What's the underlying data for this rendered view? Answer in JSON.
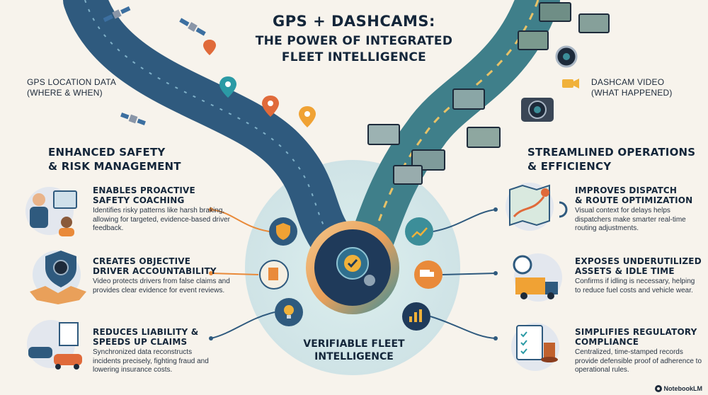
{
  "title": {
    "line1": "GPS + DASHCAMS:",
    "line2": "THE POWER OF INTEGRATED",
    "line3": "FLEET INTELLIGENCE"
  },
  "left_label": {
    "line1": "GPS LOCATION DATA",
    "line2": "(WHERE & WHEN)"
  },
  "right_label": {
    "line1": "DASHCAM VIDEO",
    "line2": "(WHAT HAPPENED)"
  },
  "left_section": {
    "title_line1": "ENHANCED SAFETY",
    "title_line2": "& RISK MANAGEMENT",
    "items": [
      {
        "title_line1": "ENABLES PROACTIVE",
        "title_line2": "SAFETY COACHING",
        "desc": "Identifies risky patterns like harsh braking, allowing for targeted, evidence-based driver feedback."
      },
      {
        "title_line1": "CREATES OBJECTIVE",
        "title_line2": "DRIVER ACCOUNTABILITY",
        "desc": "Video protects drivers from false claims and provides clear evidence for event reviews."
      },
      {
        "title_line1": "REDUCES LIABILITY &",
        "title_line2": "SPEEDS UP CLAIMS",
        "desc": "Synchronized data reconstructs incidents precisely, fighting fraud and lowering insurance costs."
      }
    ]
  },
  "right_section": {
    "title_line1": "STREAMLINED OPERATIONS",
    "title_line2": "& EFFICIENCY",
    "items": [
      {
        "title_line1": "IMPROVES DISPATCH",
        "title_line2": "& ROUTE OPTIMIZATION",
        "desc": "Visual context for delays helps dispatchers make smarter real-time routing adjustments."
      },
      {
        "title_line1": "EXPOSES UNDERUTILIZED",
        "title_line2": "ASSETS & IDLE TIME",
        "desc": "Confirms if idling is necessary, helping to reduce fuel costs and vehicle wear."
      },
      {
        "title_line1": "SIMPLIFIES REGULATORY",
        "title_line2": "COMPLIANCE",
        "desc": "Centralized, time-stamped records provide defensible proof of adherence to operational rules."
      }
    ]
  },
  "center": {
    "line1": "VERIFIABLE FLEET",
    "line2": "INTELLIGENCE"
  },
  "brand": "NotebookLM",
  "colors": {
    "gps_road": "#2f5a7e",
    "dashcam_road": "#3f7f8a",
    "accent_orange": "#e98a3a",
    "accent_teal": "#2b9aa5",
    "navy": "#14263a"
  },
  "icons": {
    "left": [
      "coaching-icon",
      "accountability-handshake-icon",
      "claims-document-icon"
    ],
    "right": [
      "route-map-icon",
      "idle-truck-icon",
      "compliance-checklist-icon"
    ],
    "hub": [
      "shield-check-icon",
      "report-icon",
      "lightbulb-icon",
      "brain-gear-icon",
      "growth-chart-icon",
      "truck-icon",
      "bar-chart-icon"
    ]
  }
}
